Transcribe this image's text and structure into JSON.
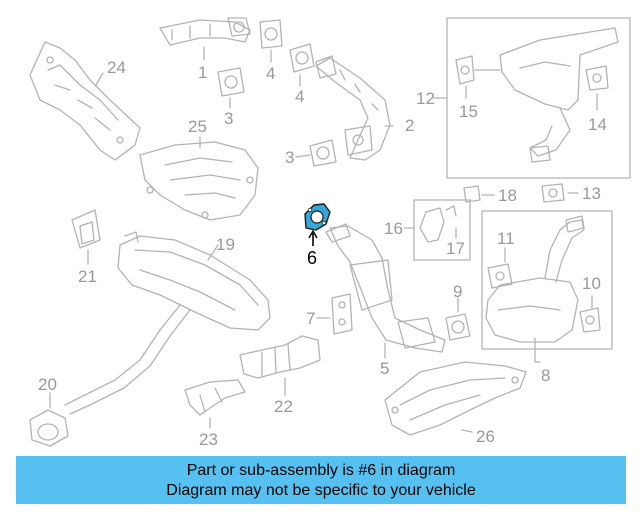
{
  "banner": {
    "line1": "Part or sub-assembly is #6 in diagram",
    "line2": "Diagram may not be specific to your vehicle",
    "color": "#56c1f0"
  },
  "diagram": {
    "highlight_color": "#35a7d8",
    "callouts": {
      "n1": "1",
      "n2": "2",
      "n3a": "3",
      "n3b": "3",
      "n4a": "4",
      "n4b": "4",
      "n5": "5",
      "n6": "6",
      "n7": "7",
      "n8": "8",
      "n9": "9",
      "n10": "10",
      "n11": "11",
      "n12": "12",
      "n13": "13",
      "n14": "14",
      "n15": "15",
      "n16": "16",
      "n17": "17",
      "n18": "18",
      "n19": "19",
      "n20": "20",
      "n21": "21",
      "n22": "22",
      "n23": "23",
      "n24": "24",
      "n25": "25",
      "n26": "26"
    }
  }
}
